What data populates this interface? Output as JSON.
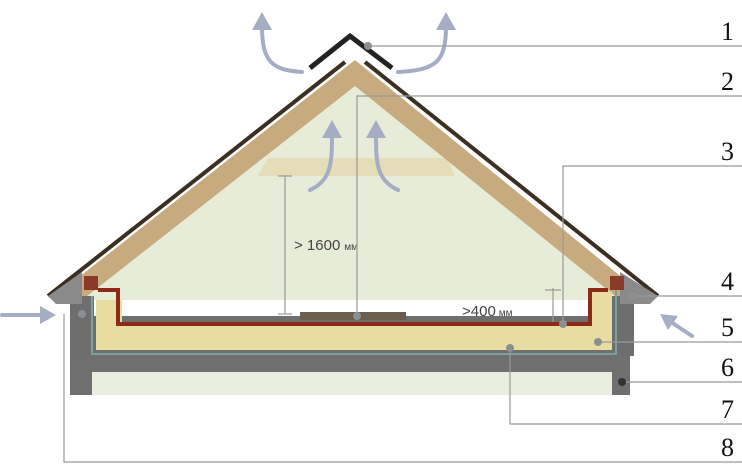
{
  "callouts": [
    {
      "id": "1",
      "label": "1"
    },
    {
      "id": "2",
      "label": "2"
    },
    {
      "id": "3",
      "label": "3"
    },
    {
      "id": "4",
      "label": "4"
    },
    {
      "id": "5",
      "label": "5"
    },
    {
      "id": "6",
      "label": "6"
    },
    {
      "id": "7",
      "label": "7"
    },
    {
      "id": "8",
      "label": "8"
    }
  ],
  "dimensions": {
    "height_value": "> 1600",
    "height_unit": "мм",
    "gap_value": ">400",
    "gap_unit": "мм"
  },
  "colors": {
    "roof_covering": "#3b2f22",
    "rafter": "#c7aa7e",
    "attic_air": "#e6ecd8",
    "insulation": "#e9dca0",
    "vapor_barrier": "#8b2a18",
    "slab": "#6f6f6f",
    "wall": "#6e6e6e",
    "airflow_arrow": "#a5adc4",
    "leader_line": "#9a9a9a"
  }
}
